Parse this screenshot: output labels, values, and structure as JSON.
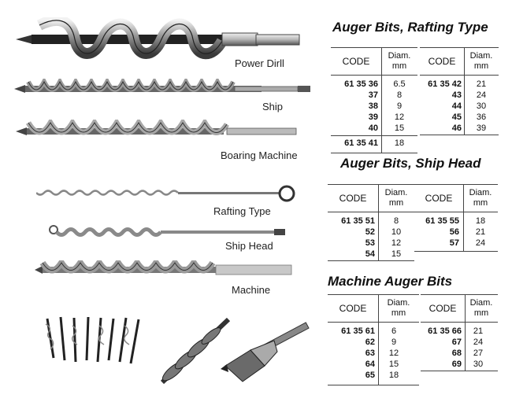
{
  "products": [
    {
      "id": "power",
      "label": "Power Dirll"
    },
    {
      "id": "ship",
      "label": "Ship"
    },
    {
      "id": "boaring",
      "label": "Boaring Machine"
    },
    {
      "id": "rafting",
      "label": "Rafting Type"
    },
    {
      "id": "shiphead",
      "label": "Ship Head"
    },
    {
      "id": "machine",
      "label": "Machine"
    }
  ],
  "tables": {
    "rafting": {
      "title": "Auger Bits, Rafting Type",
      "left": {
        "code_header": "CODE",
        "diam_header_1": "Diam.",
        "diam_header_2": "mm",
        "rows": [
          {
            "code": "61 35 36",
            "diam": "6.5"
          },
          {
            "code": "37",
            "diam": "8"
          },
          {
            "code": "38",
            "diam": "9"
          },
          {
            "code": "39",
            "diam": "12"
          },
          {
            "code": "40",
            "diam": "15"
          }
        ],
        "extra": {
          "code": "61 35 41",
          "diam": "18"
        }
      },
      "right": {
        "code_header": "CODE",
        "diam_header_1": "Diam.",
        "diam_header_2": "mm",
        "rows": [
          {
            "code": "61 35 42",
            "diam": "21"
          },
          {
            "code": "43",
            "diam": "24"
          },
          {
            "code": "44",
            "diam": "30"
          },
          {
            "code": "45",
            "diam": "36"
          },
          {
            "code": "46",
            "diam": "39"
          }
        ]
      }
    },
    "shiphead": {
      "title": "Auger Bits, Ship Head",
      "left": {
        "code_header": "CODE",
        "diam_header_1": "Diam.",
        "diam_header_2": "mm",
        "rows": [
          {
            "code": "61 35 51",
            "diam": "8"
          },
          {
            "code": "52",
            "diam": "10"
          },
          {
            "code": "53",
            "diam": "12"
          },
          {
            "code": "54",
            "diam": "15"
          }
        ]
      },
      "right": {
        "code_header": "CODE",
        "diam_header_1": "Diam.",
        "diam_header_2": "mm",
        "rows": [
          {
            "code": "61 35 55",
            "diam": "18"
          },
          {
            "code": "56",
            "diam": "21"
          },
          {
            "code": "57",
            "diam": "24"
          }
        ]
      }
    },
    "machine": {
      "title": "Machine Auger Bits",
      "left": {
        "code_header": "CODE",
        "diam_header_1": "Diam.",
        "diam_header_2": "mm",
        "rows": [
          {
            "code": "61 35 61",
            "diam": "6"
          },
          {
            "code": "62",
            "diam": "9"
          },
          {
            "code": "63",
            "diam": "12"
          },
          {
            "code": "64",
            "diam": "15"
          },
          {
            "code": "65",
            "diam": "18"
          }
        ]
      },
      "right": {
        "code_header": "CODE",
        "diam_header_1": "Diam.",
        "diam_header_2": "mm",
        "rows": [
          {
            "code": "61 35 66",
            "diam": "21"
          },
          {
            "code": "67",
            "diam": "24"
          },
          {
            "code": "68",
            "diam": "27"
          },
          {
            "code": "69",
            "diam": "30"
          }
        ]
      }
    }
  }
}
